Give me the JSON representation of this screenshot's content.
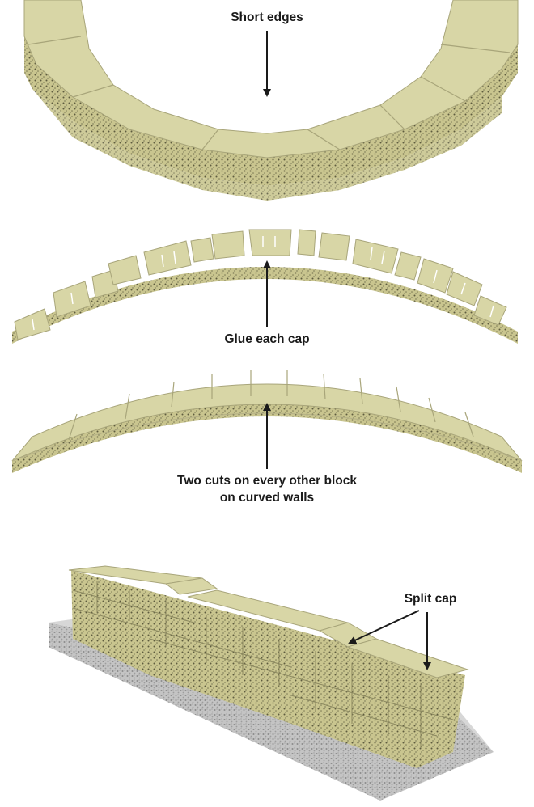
{
  "diagrams": [
    {
      "id": "short-edges",
      "labels": [
        "Short edges"
      ]
    },
    {
      "id": "glue-caps",
      "labels": [
        "Glue each cap"
      ]
    },
    {
      "id": "curved-cuts",
      "labels": [
        "Two cuts on every other block",
        "on curved walls"
      ]
    },
    {
      "id": "split-cap",
      "labels": [
        "Split cap"
      ]
    }
  ],
  "colors": {
    "cap_top": "#d9d7a8",
    "cap_face": "#c8c48a",
    "speckle": "#6b6a48",
    "gravel": "#b9b9b9",
    "arrow": "#1a1a1a"
  }
}
